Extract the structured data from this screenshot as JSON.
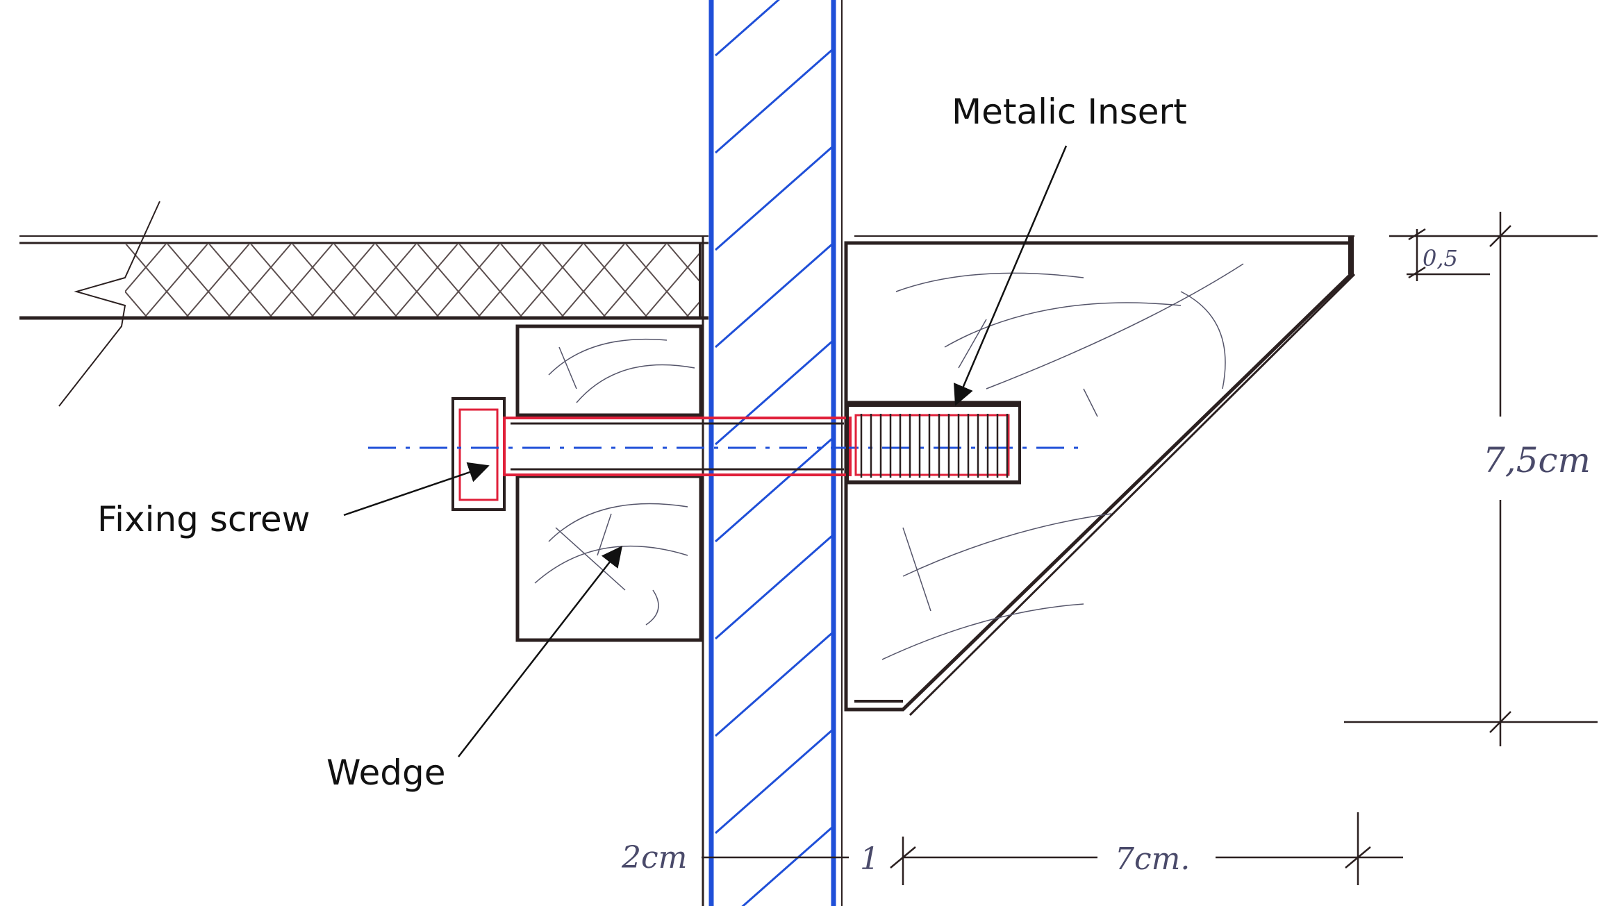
{
  "labels": {
    "metalic_insert": "Metalic Insert",
    "fixing_screw": "Fixing screw",
    "wedge": "Wedge"
  },
  "dimensions": {
    "gap_left": "2cm",
    "gap_right": "1",
    "bracket_depth": "7cm.",
    "bracket_height": "7,5cm",
    "plate_thickness": "0,5"
  },
  "colors": {
    "outline": "#2b2020",
    "post": "#1f4fd8",
    "screw": "#e0203a",
    "ink": "#1a1a1a",
    "pencil": "#55556a"
  }
}
